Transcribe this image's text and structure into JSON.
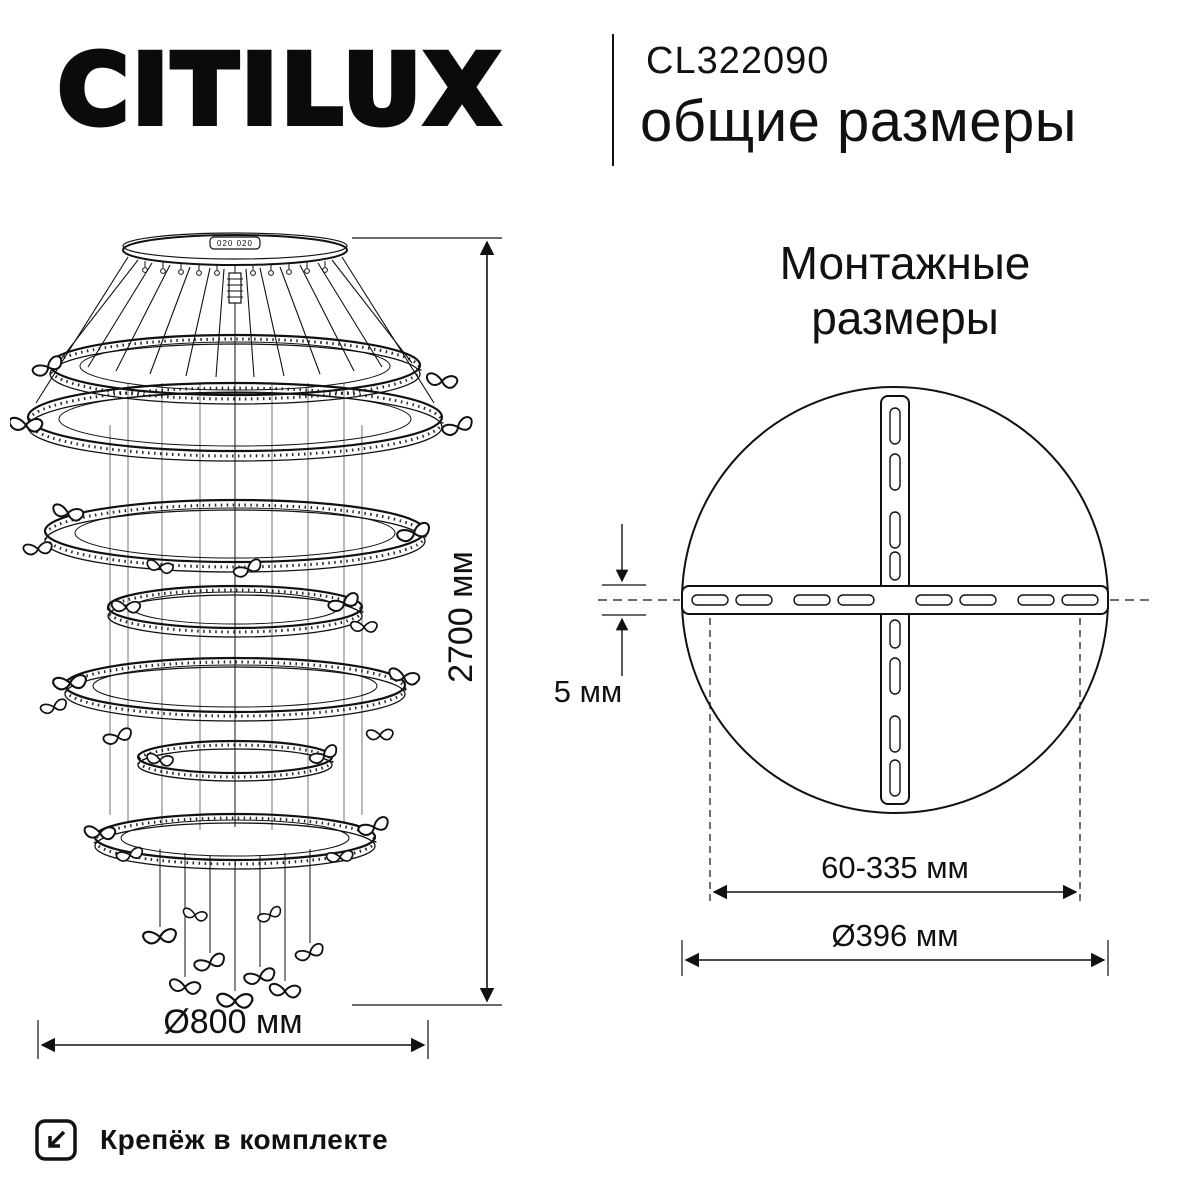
{
  "header": {
    "brand": "CITILUX",
    "model": "CL322090",
    "subtitle": "общие размеры"
  },
  "overall_drawing": {
    "height_label": "2700 мм",
    "diameter_label": "Ø800 мм",
    "canopy_marking": "020 020"
  },
  "mounting_drawing": {
    "title": "Монтажные размеры",
    "thickness_label": "5 мм",
    "slot_range_label": "60-335 мм",
    "plate_diameter_label": "Ø396 мм"
  },
  "footer": {
    "note": "Крепёж в комплекте"
  },
  "colors": {
    "line": "#111111",
    "background": "#ffffff"
  }
}
